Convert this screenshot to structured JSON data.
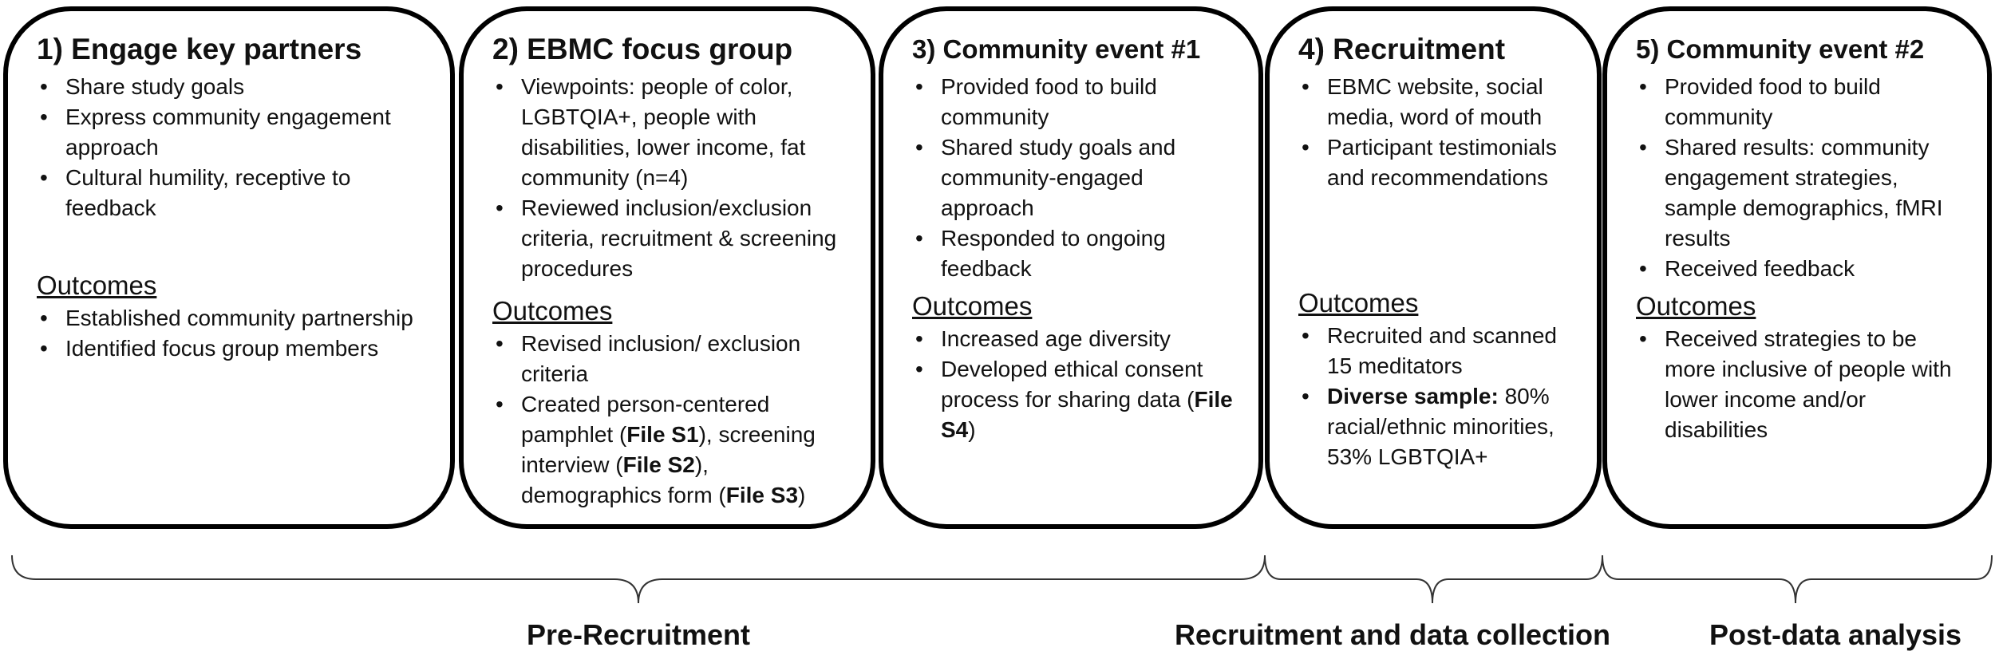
{
  "steps": [
    {
      "title": "1) Engage key partners",
      "bullets": [
        "Share study goals",
        "Express community engagement approach",
        "Cultural humility, receptive to feedback"
      ],
      "outcomes_label": "Outcomes",
      "outcomes": [
        "Established community partnership",
        "Identified focus group members"
      ]
    },
    {
      "title": "2) EBMC focus group",
      "bullets": [
        "Viewpoints: people of color, LGBTQIA+, people with disabilities, lower income, fat community (n=4)",
        "Reviewed inclusion/exclusion criteria, recruitment & screening procedures"
      ],
      "outcomes_label": "Outcomes",
      "outcomes": [
        "Revised inclusion/ exclusion criteria",
        {
          "t1": "Created person-centered pamphlet (",
          "f1": "File S1",
          "t2": "), screening interview (",
          "f2": "File S2",
          "t3": "), demographics form (",
          "f3": "File S3",
          "t4": ")"
        }
      ]
    },
    {
      "title": "3) Community event #1",
      "bullets": [
        "Provided food to build community",
        "Shared study goals and community-engaged approach",
        "Responded to ongoing feedback"
      ],
      "outcomes_label": "Outcomes",
      "outcomes": [
        "Increased age diversity",
        {
          "t1": "Developed ethical consent process for sharing data (",
          "f1": "File S4",
          "t2": ")"
        }
      ]
    },
    {
      "title": "4) Recruitment",
      "bullets": [
        "EBMC website, social media, word of mouth",
        "Participant testimonials and recommendations"
      ],
      "outcomes_label": "Outcomes",
      "outcomes": [
        "Recruited and scanned 15 meditators",
        {
          "b1": "Diverse sample:",
          "t1": " 80% racial/ethnic minorities, 53% LGBTQIA+"
        }
      ]
    },
    {
      "title": "5) Community event #2",
      "bullets": [
        "Provided food to build community",
        "Shared results: community engagement strategies, sample demographics, fMRI results",
        "Received feedback"
      ],
      "outcomes_label": "Outcomes",
      "outcomes": [
        "Received strategies to be more inclusive of people with lower income and/or disabilities"
      ]
    }
  ],
  "phases": [
    "Pre-Recruitment",
    "Recruitment and data collection",
    "Post-data analysis"
  ]
}
